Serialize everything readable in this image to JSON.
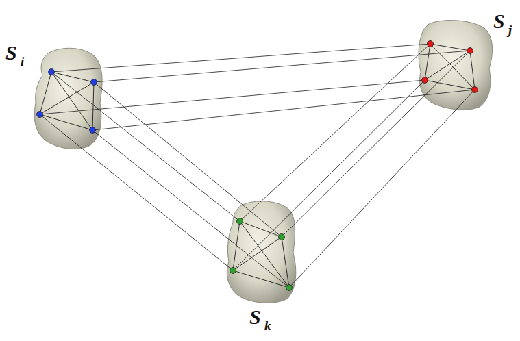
{
  "diagram": {
    "labels": [
      "S",
      "i",
      "S",
      "j",
      "S",
      "k"
    ]
  }
}
